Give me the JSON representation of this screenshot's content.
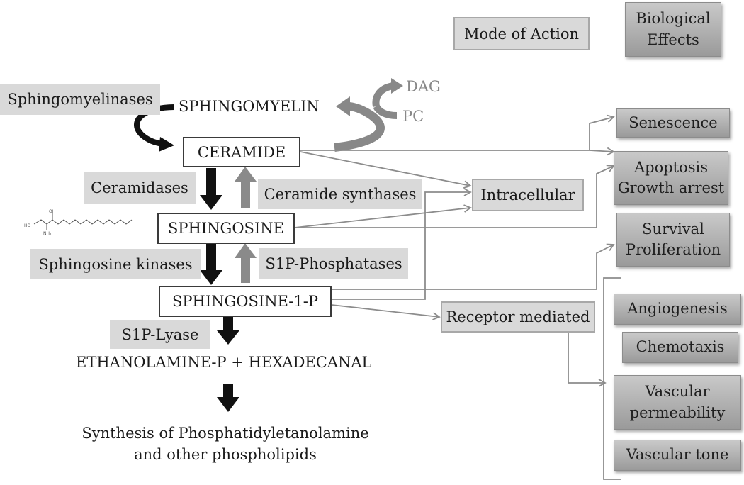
{
  "legend": {
    "mode_of_action": "Mode of Action",
    "biological_effects": [
      "Biological",
      "Effects"
    ]
  },
  "enzymes": {
    "sphingomyelinases": "Sphingomyelinases",
    "ceramidases": "Ceramidases",
    "ceramide_synthases": "Ceramide synthases",
    "sphingosine_kinases": "Sphingosine  kinases",
    "s1p_phosphatases": "S1P-Phosphatases",
    "s1p_lyase": "S1P-Lyase"
  },
  "metabolites": {
    "sphingomyelin": "SPHINGOMYELIN",
    "dag": "DAG",
    "pc": "PC",
    "ceramide": "CERAMIDE",
    "sphingosine": "SPHINGOSINE",
    "s1p": "SPHINGOSINE-1-P",
    "products": "ETHANOLAMINE-P +  HEXADECANAL",
    "synthesis": [
      "Synthesis of Phosphatidyletanolamine",
      "and other phospholipids"
    ],
    "structure_labels": {
      "hydroxyl": "OH",
      "hydroxyl_left": "HO",
      "amine": "NH₂"
    }
  },
  "modes": {
    "intracellular": "Intracellular",
    "receptor_mediated": "Receptor mediated"
  },
  "effects": {
    "senescence": "Senescence",
    "apoptosis": [
      "Apoptosis",
      "Growth arrest"
    ],
    "survival": [
      "Survival",
      "Proliferation"
    ],
    "angiogenesis": "Angiogenesis",
    "chemotaxis": "Chemotaxis",
    "vascular_permeability": [
      "Vascular",
      "permeability"
    ],
    "vascular_tone": "Vascular tone"
  },
  "colors": {
    "enzyme_bg": "#d9d9d9",
    "connector": "#8c8c8c",
    "dark_arrow": "#111111",
    "gray_arrow": "#8a8a8a"
  }
}
